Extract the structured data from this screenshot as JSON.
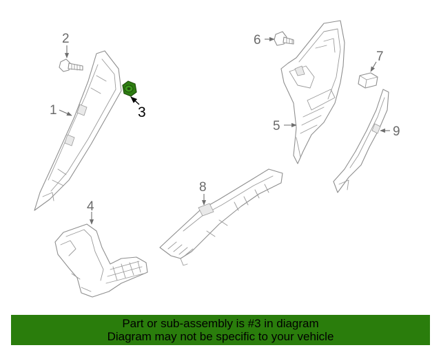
{
  "diagram": {
    "callouts": [
      "1",
      "2",
      "3",
      "4",
      "5",
      "6",
      "7",
      "8",
      "9"
    ],
    "highlighted_part": "3",
    "highlight_color": "#2e7d12"
  },
  "banner": {
    "line1": "Part or sub-assembly is #3 in diagram",
    "line2": "Diagram may not be specific to your vehicle",
    "background": "#2a7d0c"
  }
}
